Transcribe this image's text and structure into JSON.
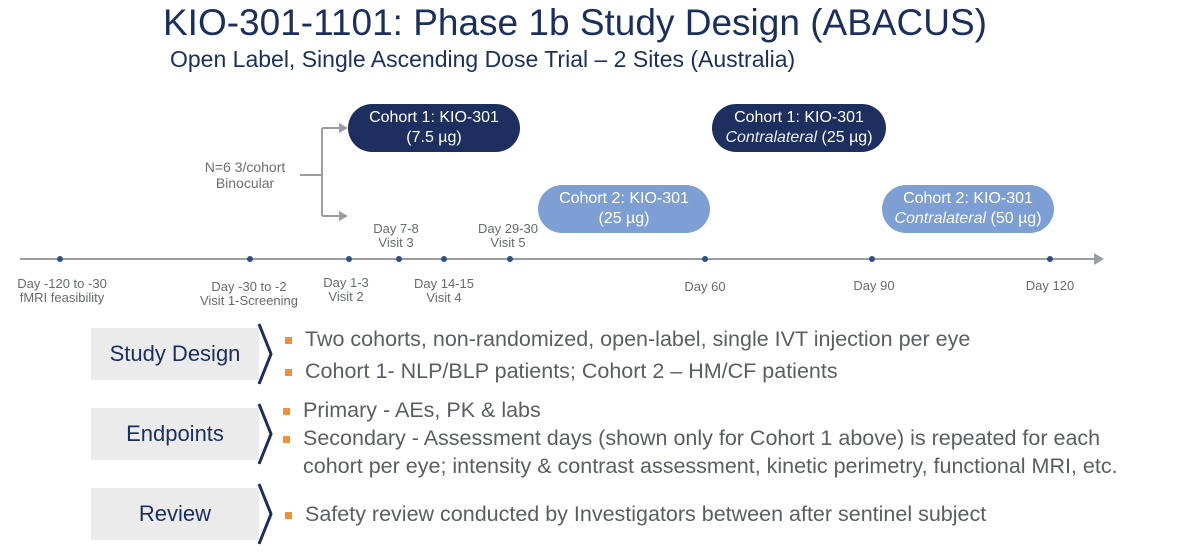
{
  "title": "KIO-301-1101: Phase 1b Study Design (ABACUS)",
  "subtitle": "Open Label, Single Ascending Dose Trial –  2 Sites (Australia)",
  "enrollment": {
    "line1": "N=6 3/cohort",
    "line2": "Binocular"
  },
  "cohorts": {
    "c1": {
      "line1": "Cohort 1: KIO-301",
      "line2": "(7.5 µg)"
    },
    "c1_contra": {
      "line1": "Cohort 1: KIO-301",
      "italic": "Contralateral",
      "dose": " (25 µg)"
    },
    "c2": {
      "line1": "Cohort 2: KIO-301",
      "line2": "(25 µg)"
    },
    "c2_contra": {
      "line1": "Cohort 2: KIO-301",
      "italic": "Contralateral",
      "dose": " (50 µg)"
    }
  },
  "timeline": {
    "below": [
      {
        "l1": "Day -120 to -30",
        "l2": "fMRI feasibility"
      },
      {
        "l1": "Day -30 to -2",
        "l2": "Visit 1-Screening"
      },
      {
        "l1": "Day 1-3",
        "l2": "Visit 2"
      },
      {
        "l1": "Day 14-15",
        "l2": "Visit 4"
      },
      {
        "l1": "Day 60"
      },
      {
        "l1": "Day 90"
      },
      {
        "l1": "Day 120"
      }
    ],
    "above": [
      {
        "l1": "Day 7-8",
        "l2": "Visit 3"
      },
      {
        "l1": "Day 29-30",
        "l2": "Visit 5"
      }
    ]
  },
  "sections": {
    "study_design": {
      "label": "Study Design",
      "bullets": [
        "Two cohorts, non-randomized, open-label, single IVT injection per eye",
        "Cohort 1- NLP/BLP patients; Cohort 2 – HM/CF patients"
      ]
    },
    "endpoints": {
      "label": "Endpoints",
      "bullets": [
        "Primary - AEs, PK & labs",
        "Secondary - Assessment days (shown only for Cohort 1 above) is repeated for each",
        "cohort per eye; intensity & contrast assessment, kinetic perimetry, functional MRI, etc."
      ]
    },
    "review": {
      "label": "Review",
      "bullets": [
        "Safety review conducted by Investigators between after sentinel subject"
      ]
    }
  },
  "colors": {
    "navy": "#1d2f5f",
    "light_blue": "#7d9fd3",
    "orange_bullet": "#f0913a",
    "section_box": "#ebebeb"
  },
  "icons": [
    "chevron-right-icon",
    "square-bullet-icon"
  ]
}
